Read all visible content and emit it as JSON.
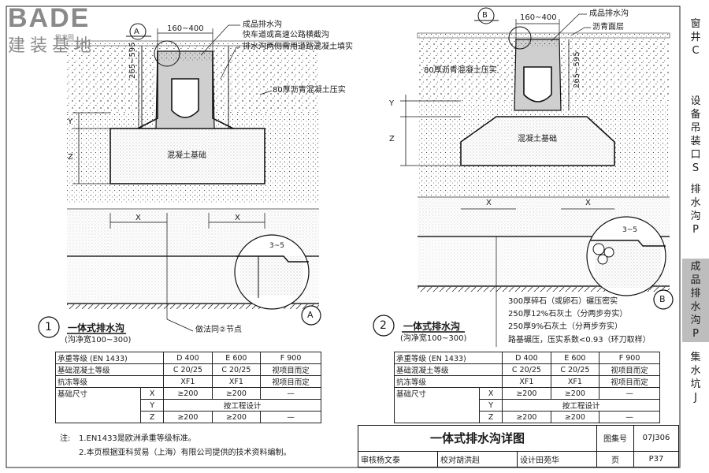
{
  "logo": {
    "brand": "BADE",
    "sub": "建装基地",
    "tag": "筑龙网"
  },
  "side_index": [
    {
      "chars": [
        "窗",
        "井"
      ],
      "code": "C",
      "active": false
    },
    {
      "chars": [
        "设",
        "备",
        "吊",
        "装",
        "口"
      ],
      "code": "S",
      "active": false
    },
    {
      "chars": [
        "排",
        "水",
        "沟"
      ],
      "code": "P",
      "active": false
    },
    {
      "chars": [
        "成",
        "品",
        "排",
        "水",
        "沟"
      ],
      "code": "P",
      "active": true
    },
    {
      "chars": [
        "集",
        "水",
        "坑"
      ],
      "code": "J",
      "active": false
    }
  ],
  "detail1": {
    "dim_width": "160~400",
    "dim_height": "265~595",
    "label_product": "成品排水沟",
    "label_highway": "快车道或高速公路横截沟",
    "label_concrete_fill": "排水沟两侧需用道路混凝土填实",
    "label_asphalt": "80厚沥青混凝土压实",
    "label_foundation": "混凝土基础",
    "dim_y": "Y",
    "dim_z": "Z",
    "dim_x": "X",
    "section_mark": "A",
    "note_same": "做法同②节点",
    "detail_mark": "A",
    "callout_dim": "3~5",
    "number": "1",
    "title": "一体式排水沟",
    "subtitle": "(沟净宽100~300)"
  },
  "detail2": {
    "dim_width": "160~400",
    "dim_height": "265~595",
    "label_product": "成品排水沟",
    "label_asphalt_surface": "沥青面层",
    "label_asphalt": "80厚沥青混凝土压实",
    "label_foundation": "混凝土基础",
    "dim_y": "Y",
    "dim_z": "Z",
    "dim_x": "X",
    "section_mark": "B",
    "detail_mark": "B",
    "callout_dim": "3~5",
    "number": "2",
    "title": "一体式排水沟",
    "subtitle": "(沟净宽100~300)",
    "layers": [
      "300厚碎石（或卵石）碾压密实",
      "250厚12%石灰土（分两步夯实）",
      "250厚9%石灰土（分两步夯实）",
      "路基碾压，压实系数<0.93（环刀取样）"
    ]
  },
  "spec_table": {
    "rows": [
      [
        "承重等级    (EN 1433)",
        "",
        "D 400",
        "E 600",
        "F 900"
      ],
      [
        "基础混凝土等级",
        "",
        "C 20/25",
        "C 20/25",
        "视项目而定"
      ],
      [
        "抗冻等级",
        "",
        "XF1",
        "XF1",
        "视项目而定"
      ],
      [
        "基础尺寸",
        "X",
        "≥200",
        "≥200",
        "—"
      ],
      [
        "",
        "Y",
        "按工程设计",
        "",
        ""
      ],
      [
        "",
        "Z",
        "≥200",
        "≥200",
        "—"
      ]
    ]
  },
  "notes": {
    "label": "注:",
    "items": [
      "1.EN1433是欧洲承重等级标准。",
      "2.本页根据亚科贸易（上海）有限公司提供的技术资料编制。"
    ]
  },
  "title_block": {
    "title": "一体式排水沟详图",
    "atlas_label": "图集号",
    "atlas_no": "07J306",
    "review": "审核杨文泰",
    "check": "校对胡洪赳",
    "design": "设计田苑华",
    "page_label": "页",
    "page_no": "P37"
  }
}
